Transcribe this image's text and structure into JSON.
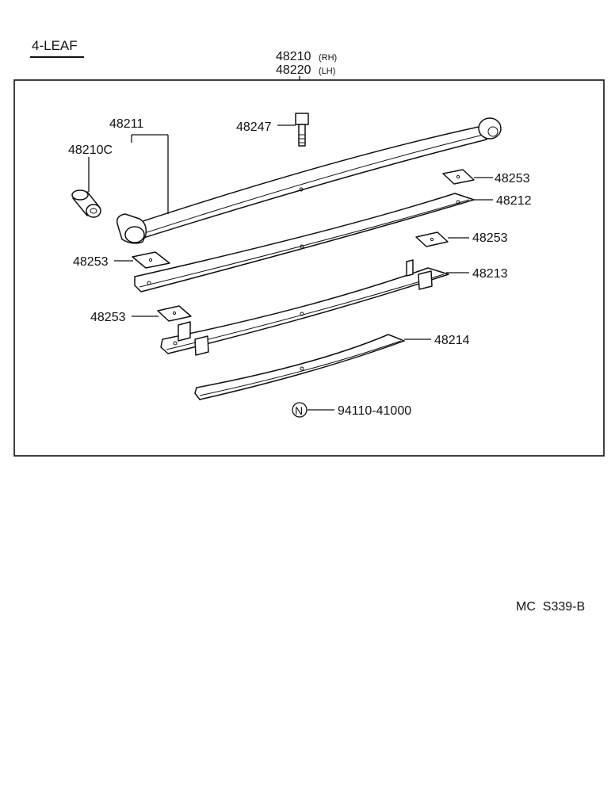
{
  "title": "4-LEAF",
  "assembly": {
    "rh_number": "48210",
    "rh_suffix": "(RH)",
    "lh_number": "48220",
    "lh_suffix": "(LH)"
  },
  "labels": {
    "main_leaf": "48211",
    "bushing": "48210C",
    "center_bolt": "48247",
    "pad_top_right": "48253",
    "pad_mid_right": "48253",
    "pad_left_upper": "48253",
    "pad_left_lower": "48253",
    "second_leaf": "48212",
    "third_leaf": "48213",
    "fourth_leaf": "48214",
    "nut_symbol": "N",
    "nut_part": "94110-41000"
  },
  "footer": {
    "code": "MC  S339-B"
  }
}
